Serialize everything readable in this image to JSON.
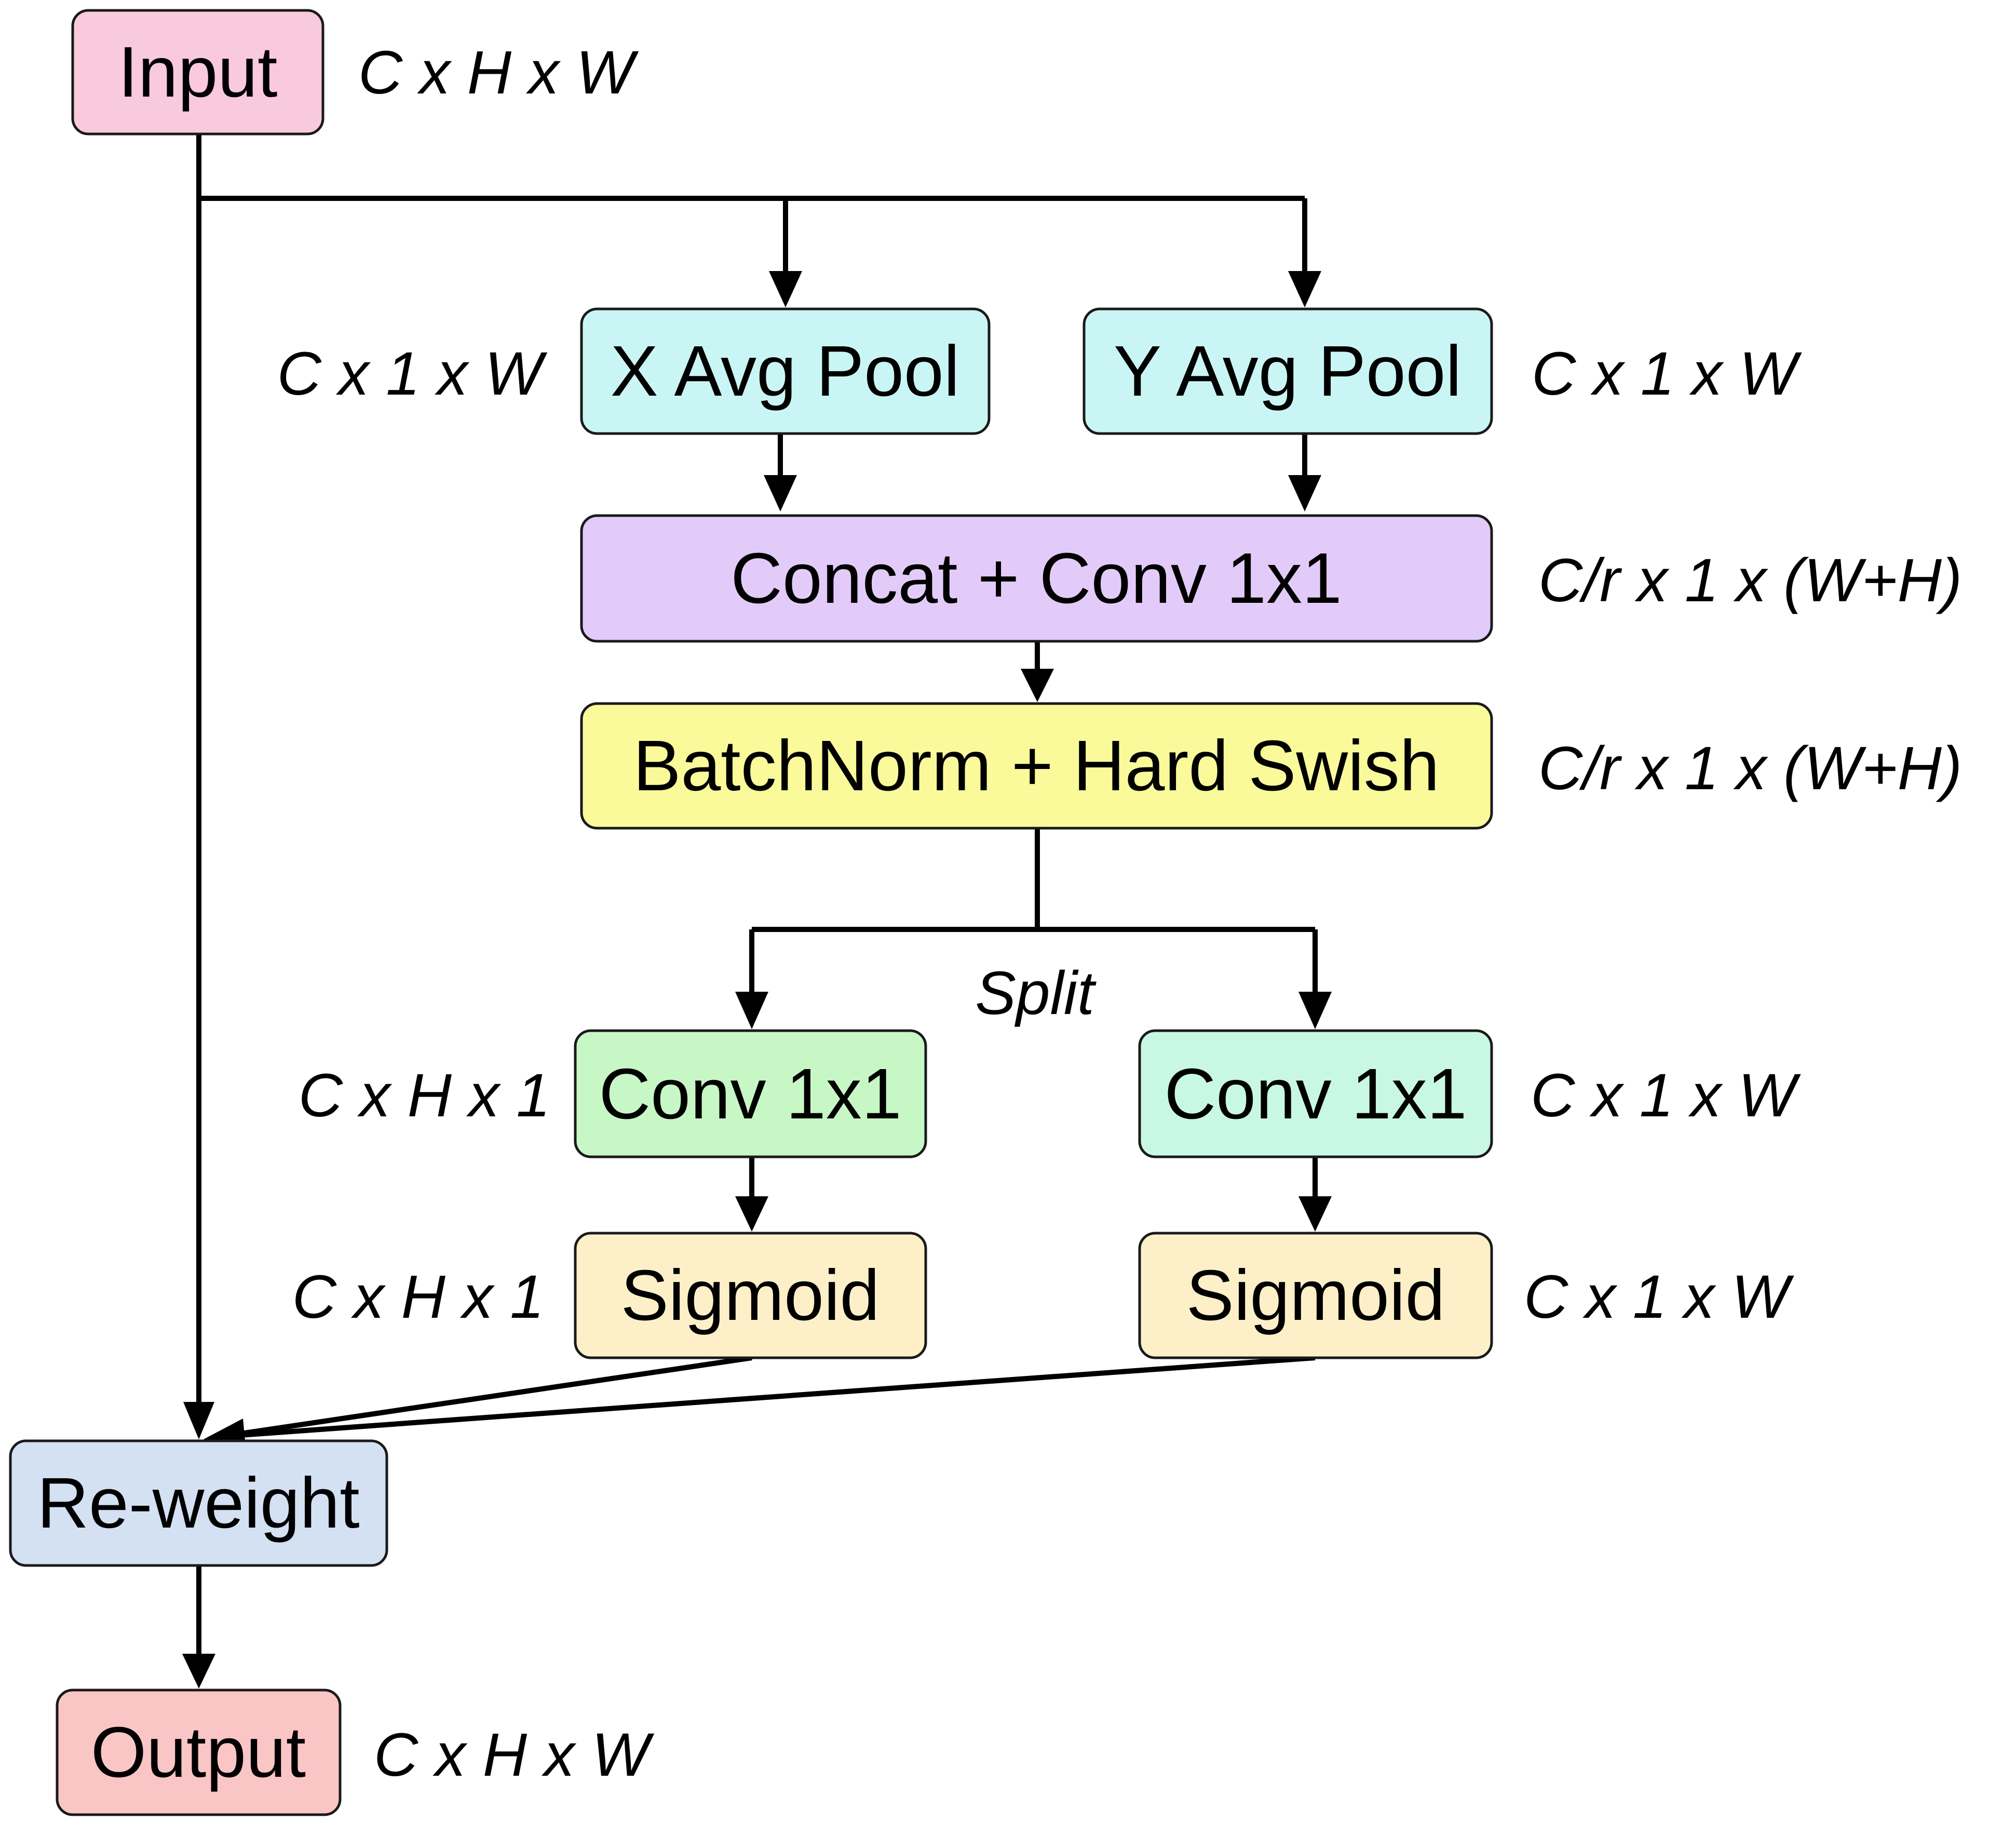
{
  "colors": {
    "input": "#f9c9dd",
    "pool": "#c9f6f4",
    "concat": "#e3cbf9",
    "norm": "#fafa9b",
    "conv_left": "#c7f7c5",
    "conv_right": "#c8f8e3",
    "sigmoid": "#fdf0c8",
    "reweight": "#d3e1f3",
    "output": "#f9c5c5"
  },
  "nodes": {
    "input": "Input",
    "x_pool": "X Avg Pool",
    "y_pool": "Y Avg Pool",
    "concat": "Concat + Conv 1x1",
    "norm": "BatchNorm + Hard Swish",
    "conv_left": "Conv 1x1",
    "conv_right": "Conv 1x1",
    "sigmoid_left": "Sigmoid",
    "sigmoid_right": "Sigmoid",
    "reweight": "Re-weight",
    "output": "Output"
  },
  "labels": {
    "input_shape": "C x H x W",
    "x_pool_shape": "C x 1 x W",
    "y_pool_shape": "C x 1 x W",
    "concat_shape": "C/r x 1 x (W+H)",
    "norm_shape": "C/r x 1 x (W+H)",
    "split": "Split",
    "conv_left_shape": "C x H x 1",
    "conv_right_shape": "C x 1 x W",
    "sigmoid_left_shape": "C x H x 1",
    "sigmoid_right_shape": "C x 1 x W",
    "output_shape": "C x H x W"
  }
}
